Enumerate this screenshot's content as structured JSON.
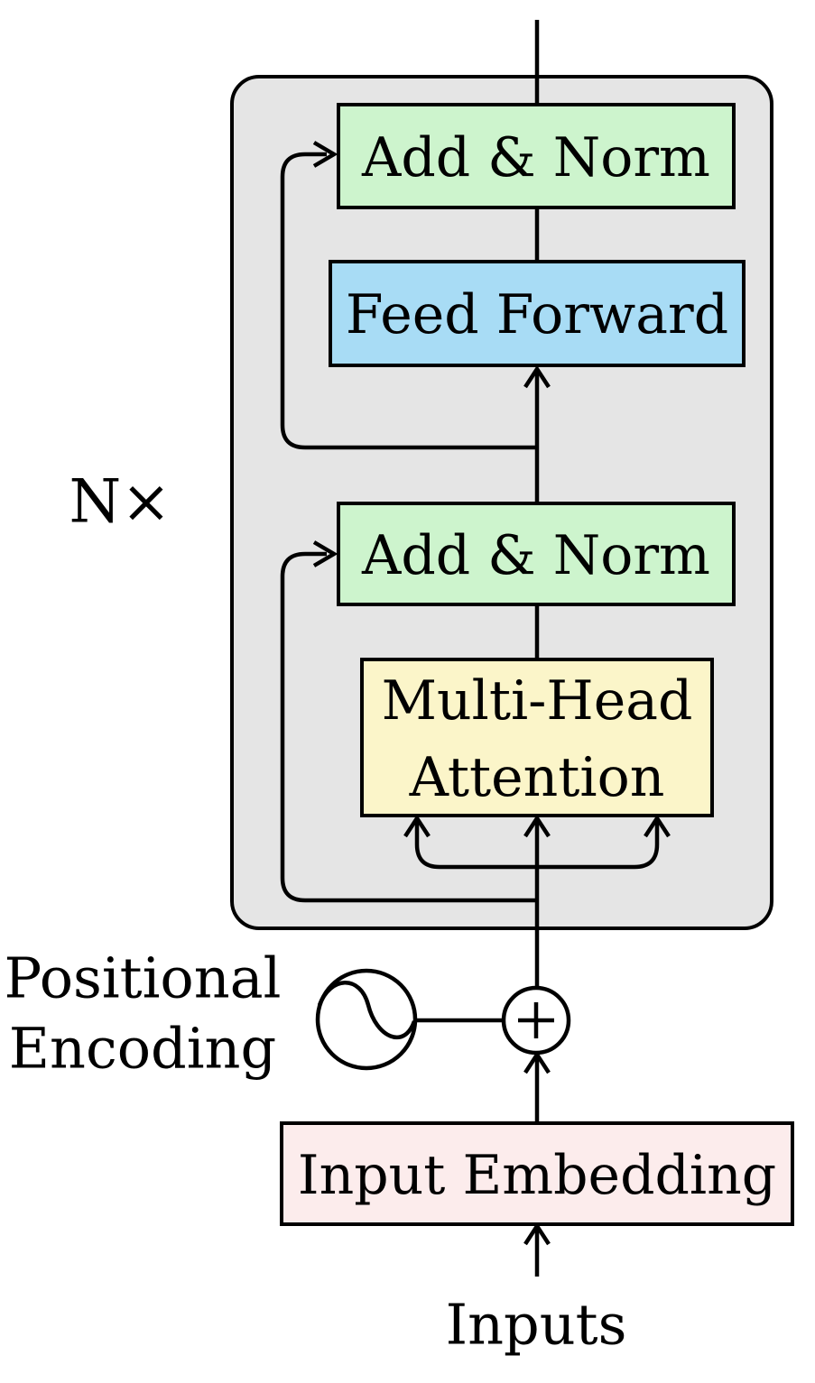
{
  "diagram": {
    "title": "Transformer encoder block diagram",
    "repeat_label": "N×",
    "blocks": {
      "add_norm_top": "Add & Norm",
      "feed_forward": "Feed Forward",
      "add_norm_bottom": "Add & Norm",
      "multi_head_attention_line1": "Multi-Head",
      "multi_head_attention_line2": "Attention",
      "input_embedding": "Input Embedding"
    },
    "labels": {
      "positional_encoding_line1": "Positional",
      "positional_encoding_line2": "Encoding",
      "inputs": "Inputs"
    },
    "icons": {
      "positional_encoding_symbol": "sine-wave-icon",
      "combine_symbol": "plus-icon"
    },
    "colors": {
      "container_fill": "#e5e5e5",
      "add_norm_fill": "#cdf4cd",
      "feed_forward_fill": "#a8dcf5",
      "attention_fill": "#fbf5c9",
      "embedding_fill": "#fcecec",
      "stroke": "#000000",
      "background": "#ffffff"
    }
  }
}
